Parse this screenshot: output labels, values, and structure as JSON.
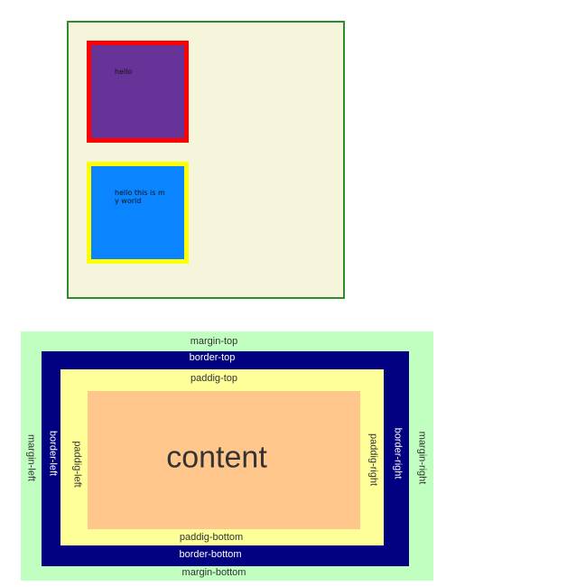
{
  "demo": {
    "box1_text": "hello",
    "box2_text": "hello this is my world",
    "colors": {
      "panel_bg": "#f5f5dc",
      "panel_border": "#2e8b2e",
      "box1_bg": "#663399",
      "box1_border": "#ff0000",
      "box2_bg": "#0a84ff",
      "box2_border": "#ffff00"
    }
  },
  "box_model": {
    "margin_top": "margin-top",
    "margin_bottom": "margin-bottom",
    "margin_left": "margin-left",
    "margin_right": "margin-right",
    "border_top": "border-top",
    "border_bottom": "border-bottom",
    "border_left": "border-left",
    "border_right": "border-right",
    "padding_top": "paddig-top",
    "padding_bottom": "paddig-bottom",
    "padding_left": "paddig-left",
    "padding_right": "paddig-right",
    "content": "content",
    "colors": {
      "margin": "#c1ffc1",
      "border": "#000080",
      "padding": "#ffff99",
      "content": "#ffc78b"
    }
  }
}
